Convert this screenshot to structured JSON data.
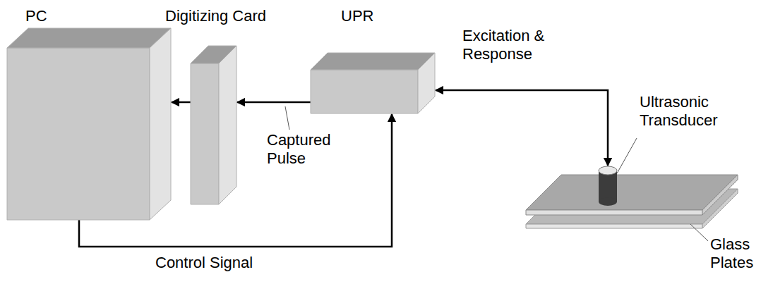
{
  "diagram": {
    "nodes": [
      {
        "text": [
          "PC"
        ]
      },
      {
        "text": [
          "Digitizing Card"
        ]
      },
      {
        "text": [
          "UPR"
        ]
      },
      {
        "text": [
          "Ultrasonic Transducer"
        ]
      }
    ],
    "edges": [
      {
        "from": 1,
        "to": 0,
        "arrow": "to"
      },
      {
        "from": 2,
        "to": 1,
        "arrow": "to",
        "label": "Captured Pulse"
      },
      {
        "from": 0,
        "to": 2,
        "arrow": "to",
        "label": "Control Signal"
      },
      {
        "from": 2,
        "to": 3,
        "arrow": "both",
        "label": "Excitation & Response"
      }
    ],
    "labels": [
      "Glass Plates"
    ]
  }
}
